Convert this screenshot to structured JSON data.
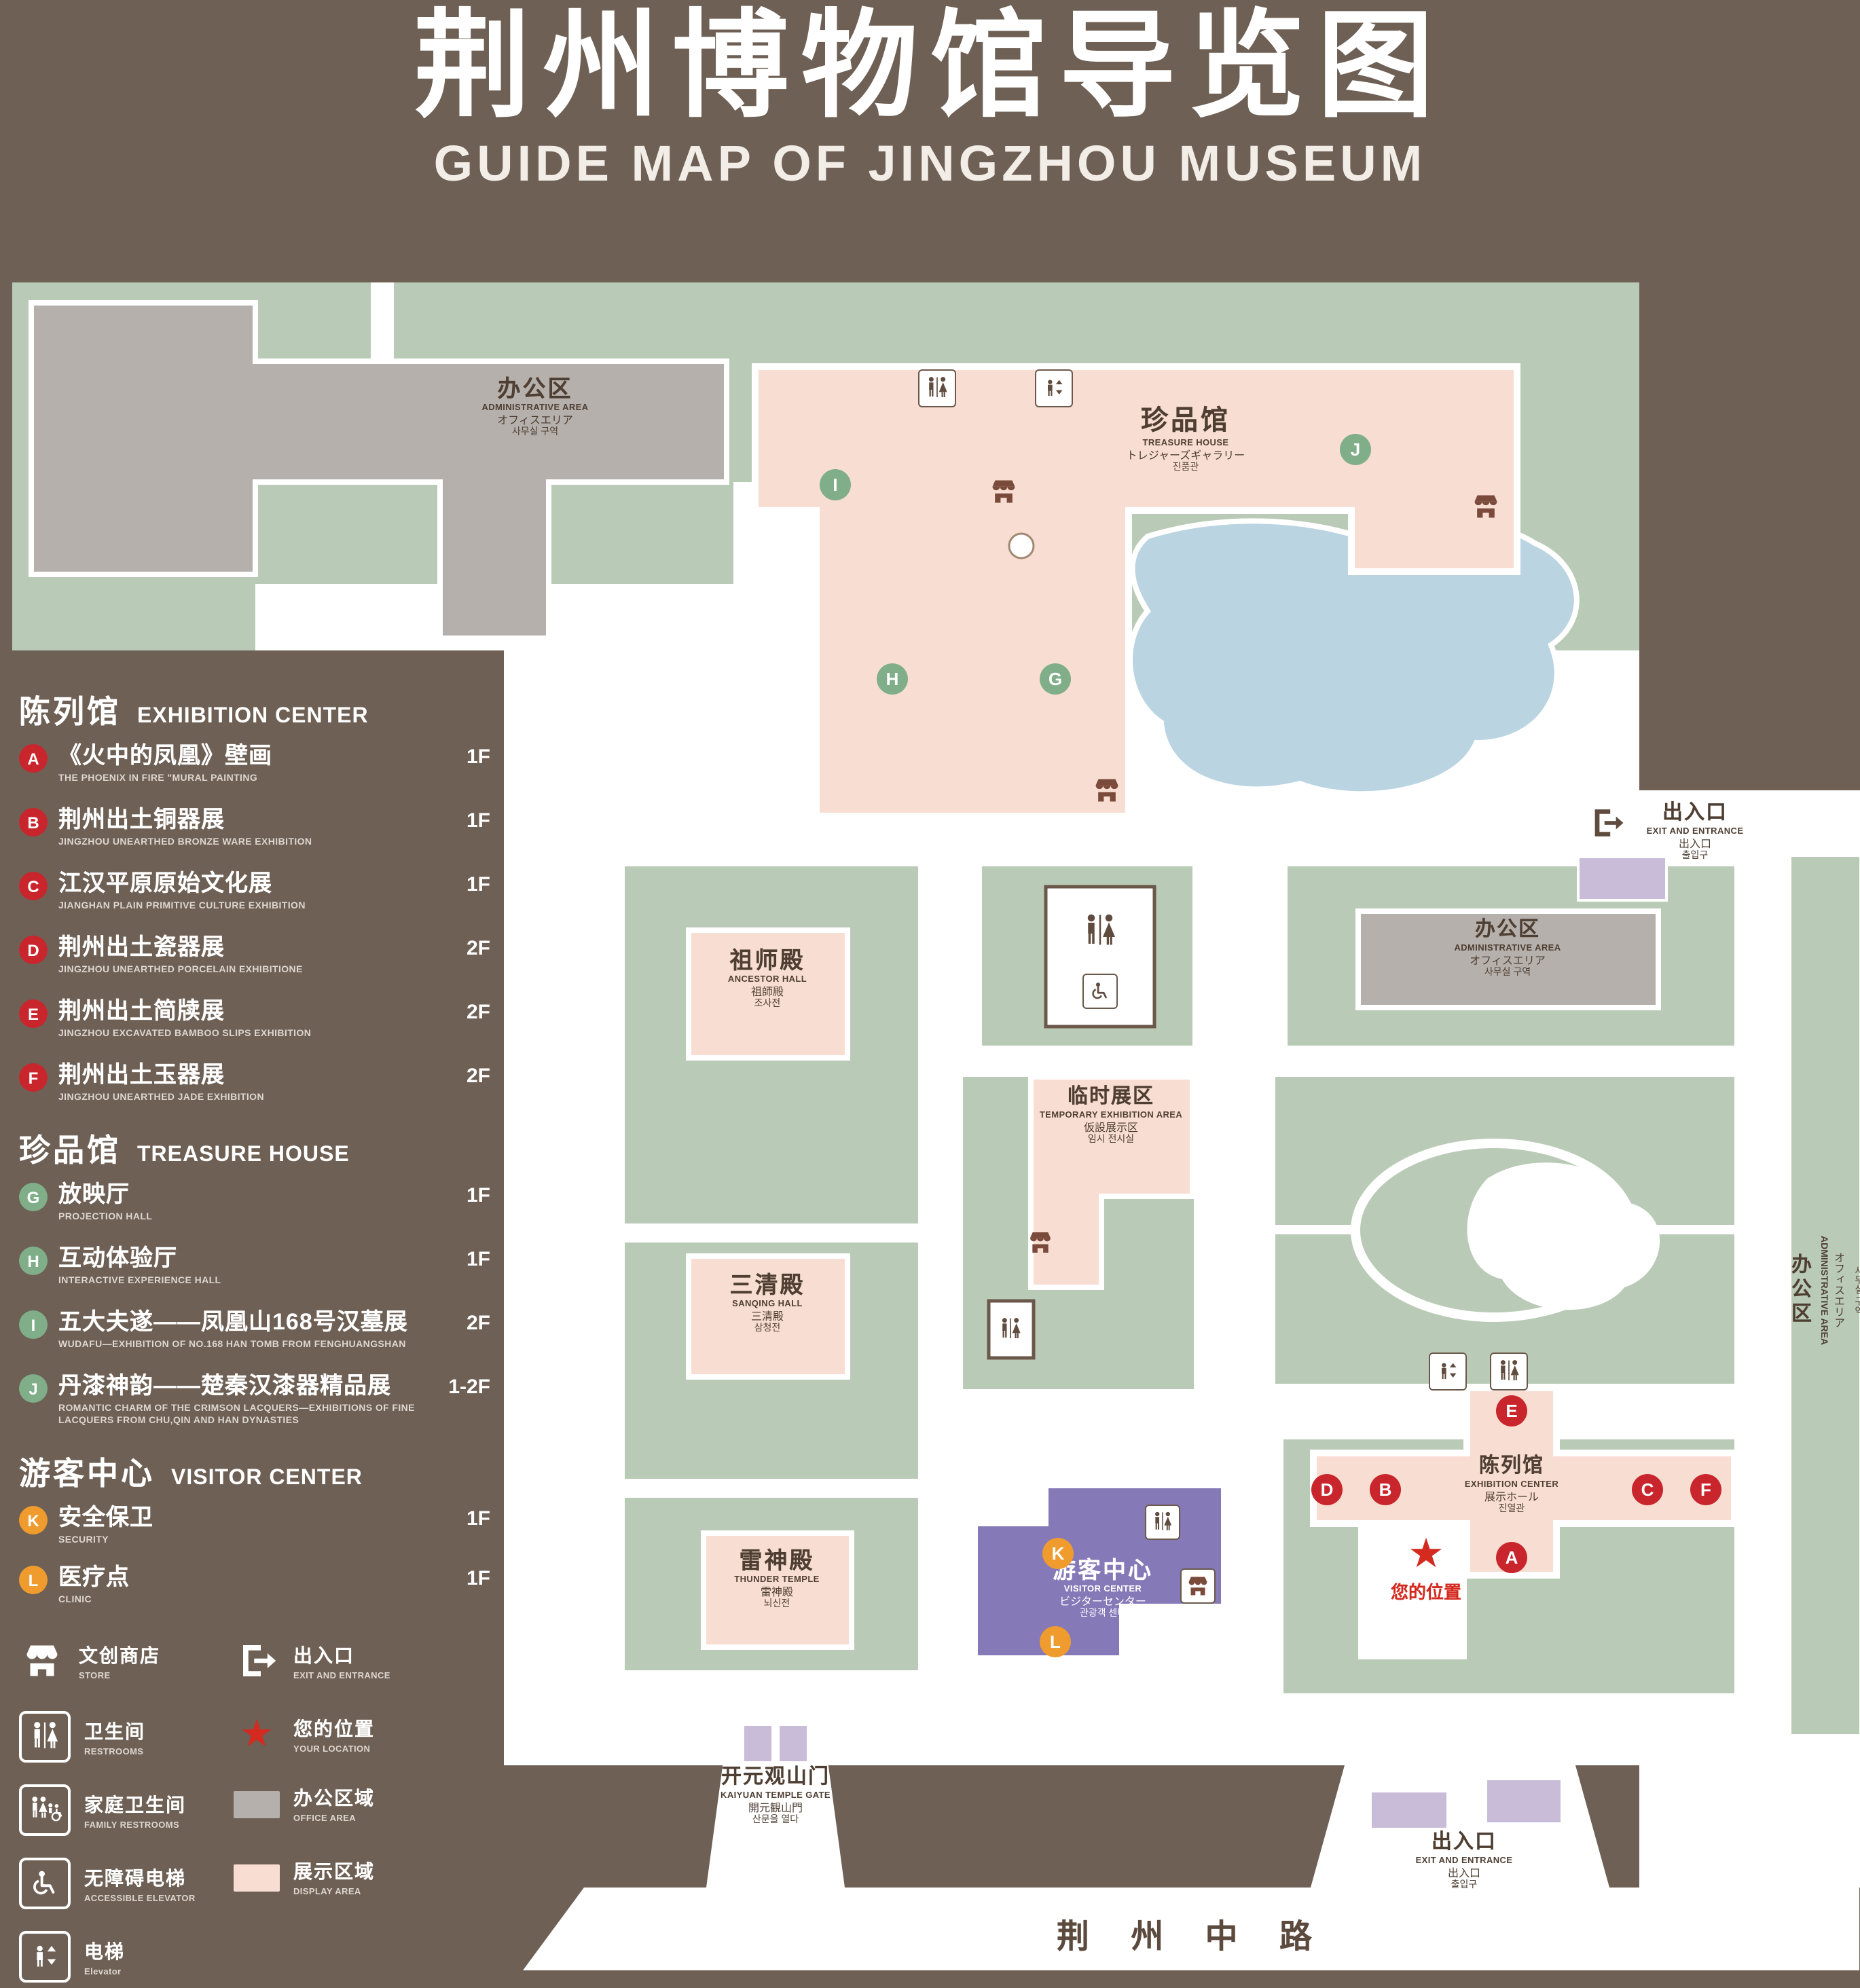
{
  "title": {
    "zh": "荆州博物馆导览图",
    "en": "GUIDE MAP OF JINGZHOU MUSEUM"
  },
  "colors": {
    "background": "#6E6055",
    "map_green": "#B9CBB6",
    "display_area": "#F8DED2",
    "office_area": "#B5B0AC",
    "visitor_center_purple": "#8679B8",
    "gate_lavender": "#C9BCD9",
    "water": "#BAD4E2",
    "marker_exhibition_red": "#C9252C",
    "marker_treasure_green": "#7FAE88",
    "marker_visitor_orange": "#EF9B2D",
    "location_red": "#D42A20"
  },
  "sidebar": {
    "sections": [
      {
        "zh": "陈列馆",
        "en": "EXHIBITION CENTER",
        "items": [
          {
            "id": "A",
            "zh": "《火中的凤凰》壁画",
            "en": "THE PHOENIX IN FIRE \"MURAL PAINTING",
            "floor": "1F"
          },
          {
            "id": "B",
            "zh": "荆州出土铜器展",
            "en": "JINGZHOU UNEARTHED BRONZE WARE EXHIBITION",
            "floor": "1F"
          },
          {
            "id": "C",
            "zh": "江汉平原原始文化展",
            "en": "JIANGHAN PLAIN PRIMITIVE CULTURE EXHIBITION",
            "floor": "1F"
          },
          {
            "id": "D",
            "zh": "荆州出土瓷器展",
            "en": "JINGZHOU UNEARTHED PORCELAIN EXHIBITIONE",
            "floor": "2F"
          },
          {
            "id": "E",
            "zh": "荆州出土简牍展",
            "en": "JINGZHOU EXCAVATED BAMBOO SLIPS EXHIBITION",
            "floor": "2F"
          },
          {
            "id": "F",
            "zh": "荆州出土玉器展",
            "en": "JINGZHOU UNEARTHED JADE EXHIBITION",
            "floor": "2F"
          }
        ]
      },
      {
        "zh": "珍品馆",
        "en": "TREASURE HOUSE",
        "items": [
          {
            "id": "G",
            "zh": "放映厅",
            "en": "PROJECTION HALL",
            "floor": "1F"
          },
          {
            "id": "H",
            "zh": "互动体验厅",
            "en": "INTERACTIVE EXPERIENCE HALL",
            "floor": "1F"
          },
          {
            "id": "I",
            "zh": "五大夫遂——凤凰山168号汉墓展",
            "en": "WUDAFU—EXHIBITION OF NO.168 HAN TOMB FROM FENGHUANGSHAN",
            "floor": "2F"
          },
          {
            "id": "J",
            "zh": "丹漆神韵——楚秦汉漆器精品展",
            "en": "ROMANTIC CHARM OF THE CRIMSON LACQUERS—EXHIBITIONS OF FINE LACQUERS FROM CHU,QIN AND HAN DYNASTIES",
            "floor": "1-2F"
          }
        ]
      },
      {
        "zh": "游客中心",
        "en": "VISITOR CENTER",
        "items": [
          {
            "id": "K",
            "zh": "安全保卫",
            "en": "SECURITY",
            "floor": "1F"
          },
          {
            "id": "L",
            "zh": "医疗点",
            "en": "CLINIC",
            "floor": "1F"
          }
        ]
      }
    ],
    "legend": [
      {
        "zh": "文创商店",
        "en": "STORE",
        "icon": "store-icon"
      },
      {
        "zh": "出入口",
        "en": "EXIT AND ENTRANCE",
        "icon": "exit-icon"
      },
      {
        "zh": "卫生间",
        "en": "RESTROOMS",
        "icon": "restroom-icon"
      },
      {
        "zh": "您的位置",
        "en": "YOUR LOCATION",
        "icon": "location-star-icon"
      },
      {
        "zh": "家庭卫生间",
        "en": "FAMILY RESTROOMS",
        "icon": "family-restroom-icon"
      },
      {
        "zh": "办公区域",
        "en": "OFFICE AREA",
        "icon": "office-area-swatch"
      },
      {
        "zh": "无障碍电梯",
        "en": "ACCESSIBLE ELEVATOR",
        "icon": "accessible-elevator-icon"
      },
      {
        "zh": "展示区域",
        "en": "DISPLAY AREA",
        "icon": "display-area-swatch"
      },
      {
        "zh": "电梯",
        "en": "Elevator",
        "icon": "elevator-icon"
      }
    ]
  },
  "map": {
    "buildings": {
      "admin_nw": {
        "zh": "办公区",
        "en": "ADMINISTRATIVE AREA",
        "ja": "オフィスエリア",
        "ko": "사무실 구역"
      },
      "treasure_house": {
        "zh": "珍品馆",
        "en": "TREASURE HOUSE",
        "ja": "トレジャーズギャラリー",
        "ko": "진품관"
      },
      "ancestor_hall": {
        "zh": "祖师殿",
        "en": "ANCESTOR HALL",
        "ja": "祖師殿",
        "ko": "조사전"
      },
      "admin_e": {
        "zh": "办公区",
        "en": "ADMINISTRATIVE AREA",
        "ja": "オフィスエリア",
        "ko": "사무실 구역"
      },
      "temporary_exhibition": {
        "zh": "临时展区",
        "en": "TEMPORARY EXHIBITION AREA",
        "ja": "仮設展示区",
        "ko": "임시 전시실"
      },
      "sanqing_hall": {
        "zh": "三清殿",
        "en": "SANQING HALL",
        "ja": "三清殿",
        "ko": "삼청전"
      },
      "thunder_temple": {
        "zh": "雷神殿",
        "en": "THUNDER TEMPLE",
        "ja": "雷神殿",
        "ko": "뇌신전"
      },
      "visitor_center": {
        "zh": "游客中心",
        "en": "VISITOR CENTER",
        "ja": "ビジターセンター",
        "ko": "관광객 센터"
      },
      "exhibition_center": {
        "zh": "陈列馆",
        "en": "EXHIBITION CENTER",
        "ja": "展示ホール",
        "ko": "진열관"
      },
      "admin_se_strip": {
        "zh": "办公区",
        "en": "ADMINISTRATIVE AREA",
        "ja": "オフィスエリア",
        "ko": "사무실 구역"
      }
    },
    "gates": {
      "exit_ne": {
        "zh": "出入口",
        "en": "EXIT AND ENTRANCE",
        "ja": "出入口",
        "ko": "출입구"
      },
      "exit_s": {
        "zh": "出入口",
        "en": "EXIT AND ENTRANCE",
        "ja": "出入口",
        "ko": "출입구"
      },
      "kaiyuan_gate": {
        "zh": "开元观山门",
        "en": "KAIYUAN TEMPLE GATE",
        "ja": "開元観山門",
        "ko": "산문을 열다"
      }
    },
    "road": {
      "zh": "荆 州 中 路"
    },
    "your_location": {
      "zh": "您的位置"
    },
    "markers": [
      {
        "letter": "I",
        "group": "treasure"
      },
      {
        "letter": "J",
        "group": "treasure"
      },
      {
        "letter": "H",
        "group": "treasure"
      },
      {
        "letter": "G",
        "group": "treasure"
      },
      {
        "letter": "E",
        "group": "exhibition"
      },
      {
        "letter": "D",
        "group": "exhibition"
      },
      {
        "letter": "B",
        "group": "exhibition"
      },
      {
        "letter": "C",
        "group": "exhibition"
      },
      {
        "letter": "F",
        "group": "exhibition"
      },
      {
        "letter": "A",
        "group": "exhibition"
      },
      {
        "letter": "K",
        "group": "visitor"
      },
      {
        "letter": "L",
        "group": "visitor"
      }
    ]
  }
}
